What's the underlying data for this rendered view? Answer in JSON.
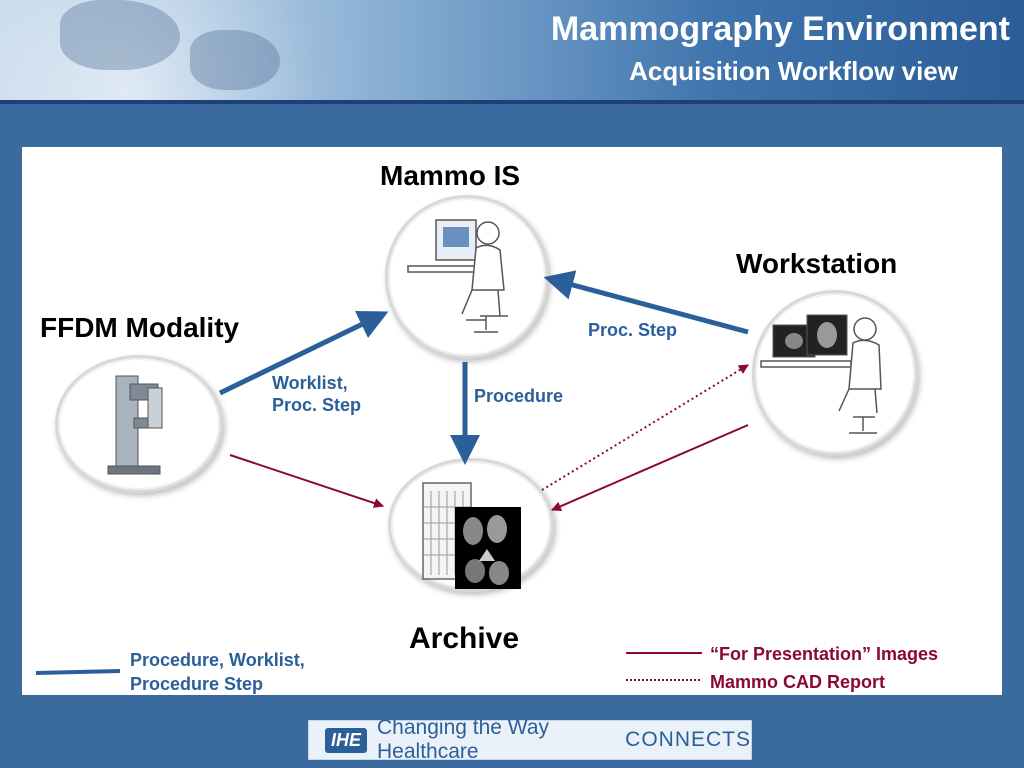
{
  "header": {
    "title": "Mammography Environment",
    "subtitle": "Acquisition Workflow view"
  },
  "nodes": {
    "mammo_is": "Mammo IS",
    "workstation": "Workstation",
    "ffdm": "FFDM Modality",
    "archive": "Archive"
  },
  "flows": {
    "worklist_line1": "Worklist,",
    "worklist_line2": "Proc. Step",
    "proc_step": "Proc. Step",
    "procedure": "Procedure"
  },
  "legend": {
    "blue_line1": "Procedure, Worklist,",
    "blue_line2": "Procedure Step",
    "red_solid": "“For Presentation” Images",
    "red_dotted": "Mammo CAD Report"
  },
  "footer": {
    "logo": "IHE",
    "tagline": "Changing the Way Healthcare",
    "connects": "CONNECTS"
  },
  "colors": {
    "flow_blue": "#2b5f99",
    "flow_red": "#8a0a2f",
    "background": "#3a6a9e"
  }
}
